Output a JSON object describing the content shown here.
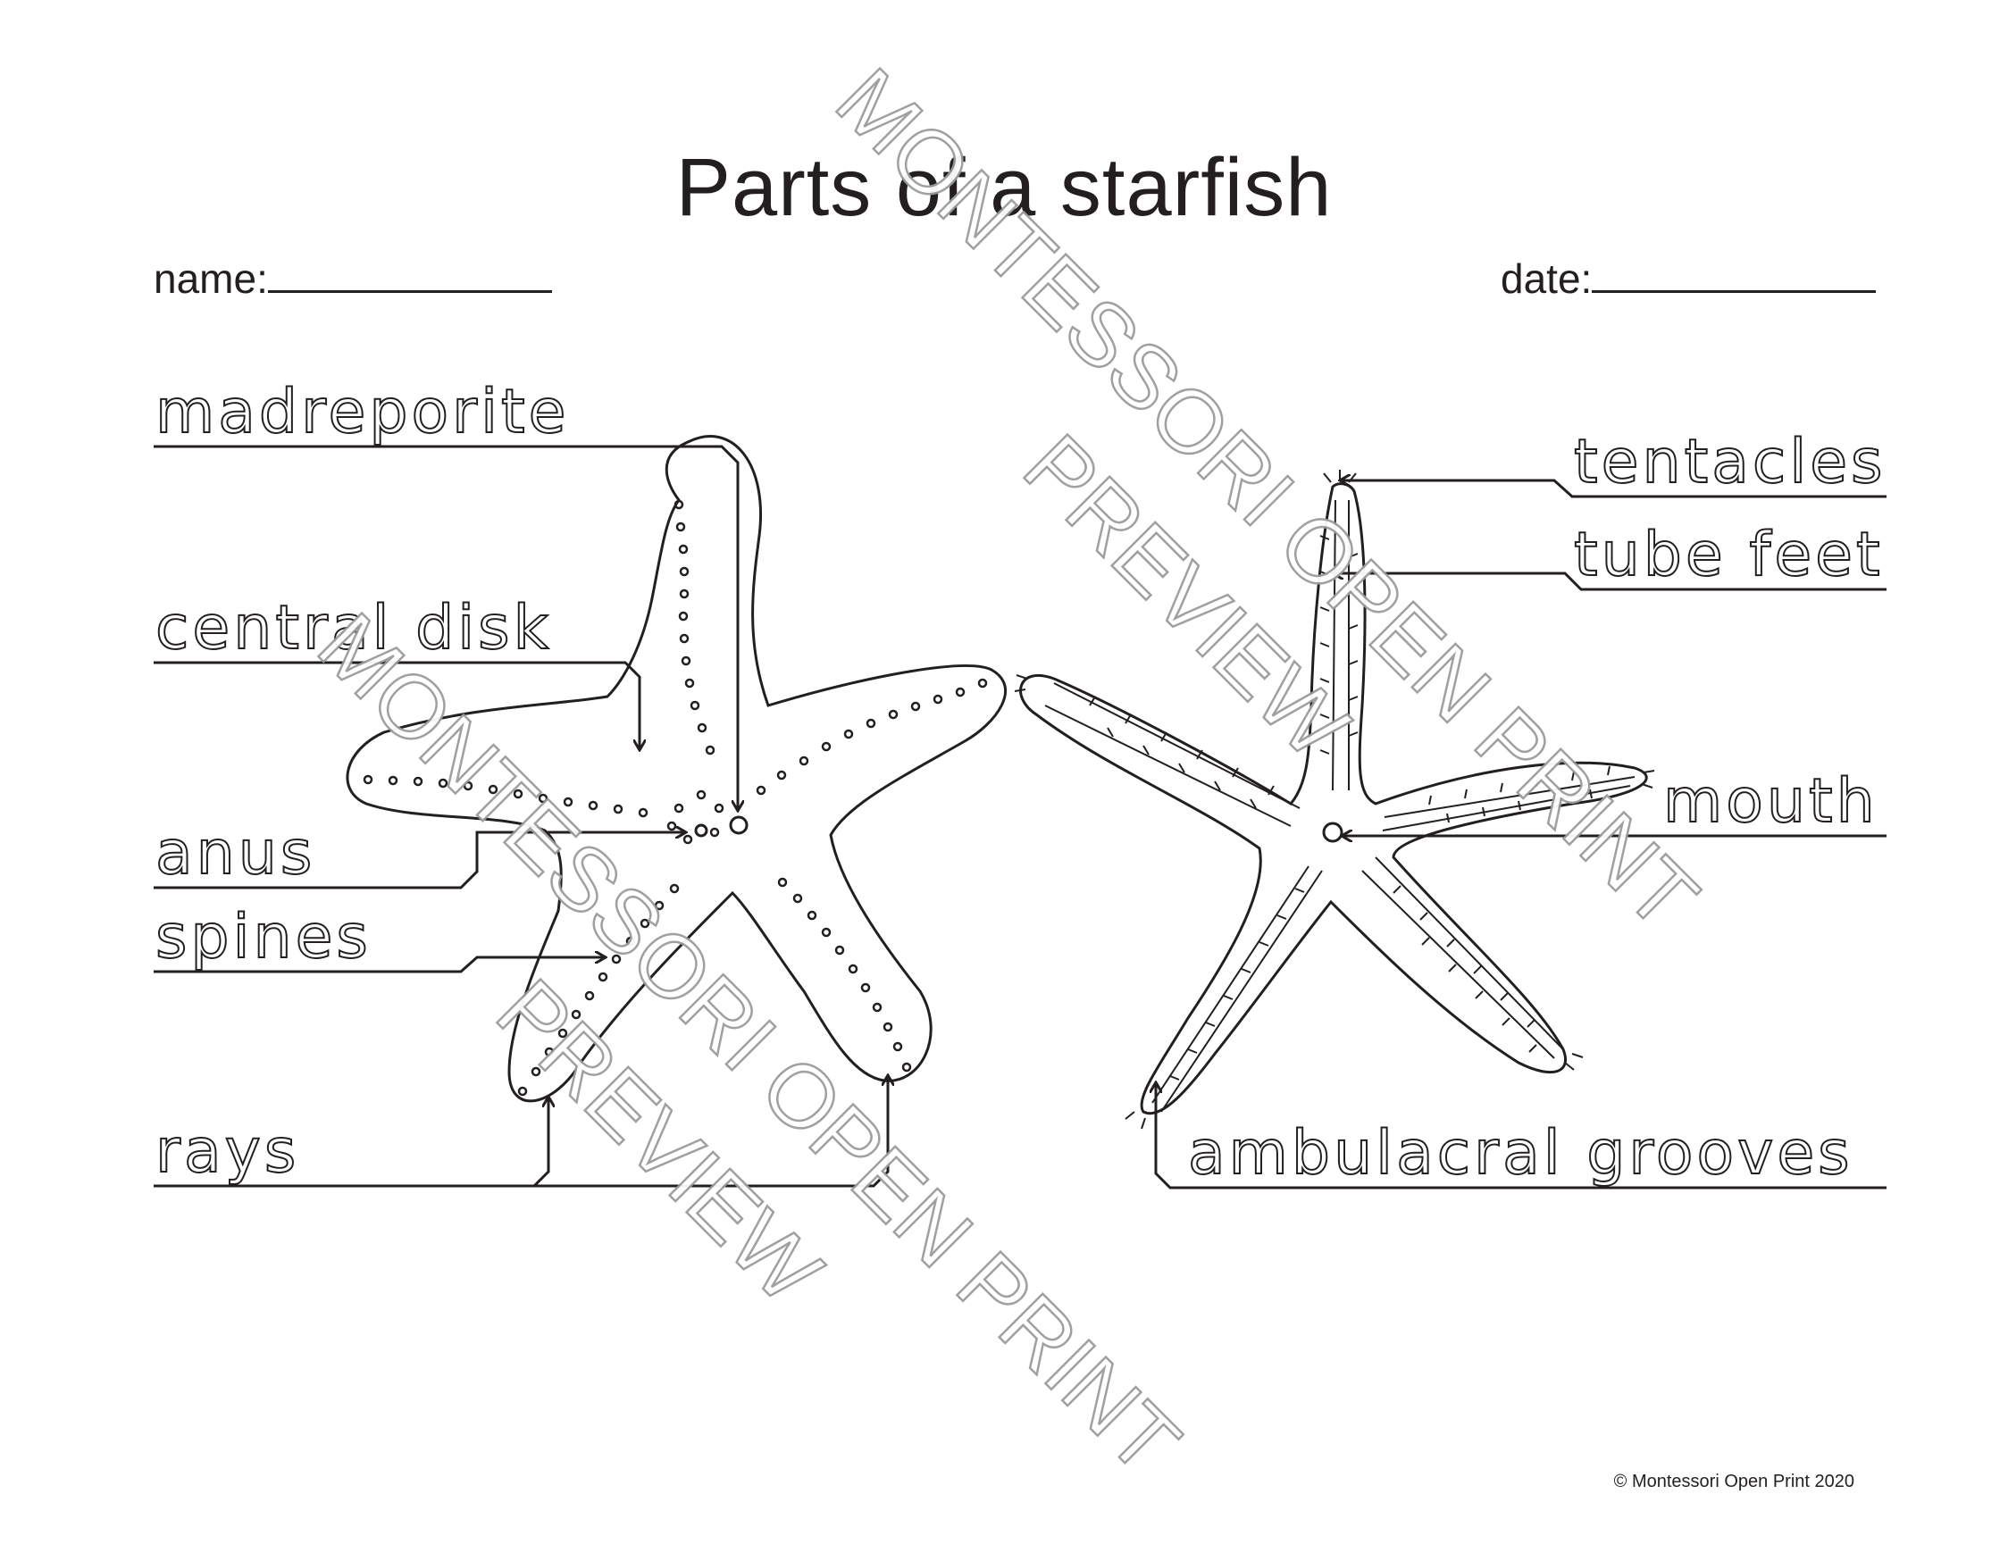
{
  "title": "Parts of a starfish",
  "fields": {
    "name": "name:",
    "date": "date:"
  },
  "labels": {
    "madreporite": "madreporite",
    "central_disk": "central disk",
    "anus": "anus",
    "spines": "spines",
    "rays": "rays",
    "tentacles": "tentacles",
    "tube_feet": "tube feet",
    "mouth": "mouth",
    "ambulacral_grooves": "ambulacral grooves"
  },
  "watermark": {
    "line1": "MONTESSORI OPEN PRINT",
    "line2": "PREVIEW"
  },
  "copyright": "© Montessori Open Print 2020",
  "colors": {
    "ink": "#231f20",
    "watermark": "#9b9b9b"
  }
}
